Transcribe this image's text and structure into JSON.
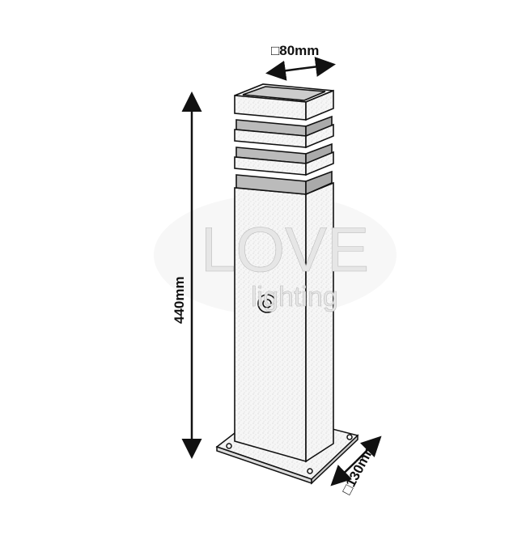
{
  "dimensions": {
    "top_width": "□80mm",
    "height": "440mm",
    "base_width": "□130mm"
  },
  "watermark": {
    "brand": "LOVE",
    "sub": "lighting"
  },
  "colors": {
    "line": "#111111",
    "fill": "#f4f4f4",
    "watermark": "#e6e6e6"
  }
}
